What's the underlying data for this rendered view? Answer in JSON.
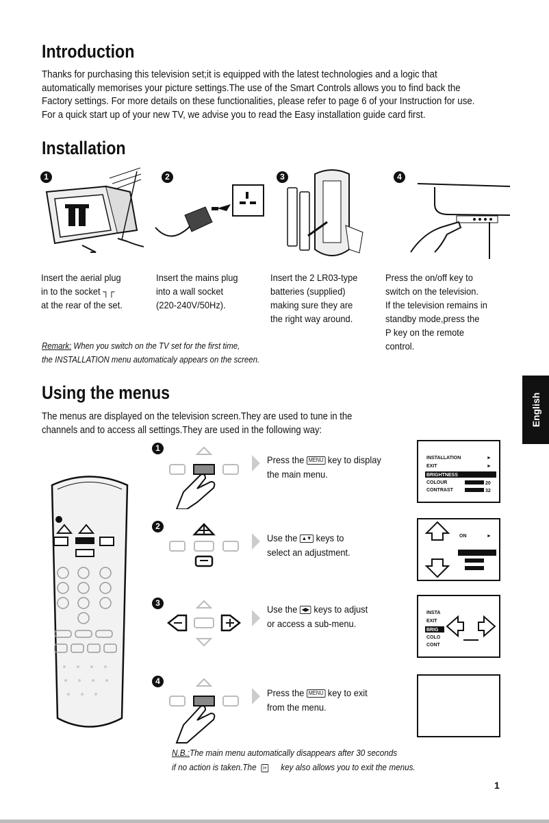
{
  "introduction": {
    "title": "Introduction",
    "lines": [
      "Thanks for purchasing this television set;it is equipped with the latest technologies and a logic that",
      "automatically memorises your picture settings.The use of the Smart Controls allows you to find back the",
      "Factory settings. For more details on these functionalities, please refer to page 6 of your Instruction for use.",
      "For a quick start up of your new TV, we advise you to read the Easy installation guide card first."
    ]
  },
  "installation": {
    "title": "Installation",
    "steps": [
      {
        "num": "1",
        "lines": [
          "Insert the aerial plug",
          "in to the socket",
          "at the rear of the set."
        ]
      },
      {
        "num": "2",
        "lines": [
          "Insert the mains plug",
          "into a wall socket",
          "(220-240V/50Hz)."
        ]
      },
      {
        "num": "3",
        "lines": [
          "Insert the 2 LR03-type",
          "batteries (supplied)",
          "making sure they are",
          "the right way around."
        ]
      },
      {
        "num": "4",
        "lines": [
          "Press the on/off key to",
          "switch on the television.",
          "If the television remains in",
          "standby mode,press the",
          "P key on the remote",
          "control."
        ]
      }
    ],
    "remark_label": "Remark:",
    "remark_line1": " When you switch on the TV set for the first time,",
    "remark_line2": "the INSTALLATION menu automaticaly appears on the screen."
  },
  "menus": {
    "title": "Using the menus",
    "intro_lines": [
      "The menus are displayed on the television screen.They are used to tune in the",
      "channels and to access all settings.They are used in the following way:"
    ],
    "steps": [
      {
        "num": "1",
        "line1_a": "Press the ",
        "line1_key": "MENU",
        "line1_b": " key to display",
        "line2": "the main menu."
      },
      {
        "num": "2",
        "line1_a": "Use the ",
        "line1_key": "▲▼",
        "line1_b": " keys to",
        "line2": "select an adjustment."
      },
      {
        "num": "3",
        "line1_a": "Use the ",
        "line1_key": "◀▶",
        "line1_b": " keys to adjust",
        "line2": "or access a sub-menu."
      },
      {
        "num": "4",
        "line1_a": "Press the ",
        "line1_key": "MENU",
        "line1_b": " key to exit",
        "line2": "from the menu."
      }
    ],
    "screen1_items": [
      "INSTALLATION",
      "EXIT",
      "BRIGHTNESS",
      "COLOUR",
      "CONTRAST"
    ],
    "screen1_values": [
      "",
      "",
      "",
      "20",
      "32"
    ],
    "screen2_items": [
      "ON",
      "",
      "",
      "",
      ""
    ],
    "screen3_items": [
      "INSTA",
      "EXIT",
      "BRIG",
      "COLO",
      "CONT"
    ],
    "nb_label": "N.B.:",
    "nb_line1": "The main menu automatically disappears after 30 seconds",
    "nb_line2a": "if no action is taken.The ",
    "nb_key": "i+",
    "nb_line2b": " key also allows you to exit the menus."
  },
  "language_tab": "English",
  "page_number": "1"
}
